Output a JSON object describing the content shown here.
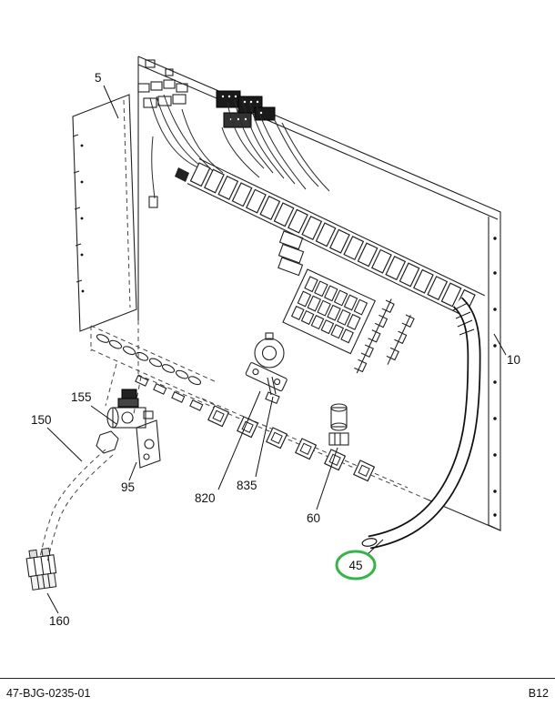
{
  "figure": {
    "description": "Exploded parts diagram of electrical panel with wiring harness, fuse block, circuit breaker, tube and hose assembly",
    "highlight_color": "#35b44a",
    "callouts": [
      {
        "label": "5",
        "highlighted": false
      },
      {
        "label": "10",
        "highlighted": false
      },
      {
        "label": "150",
        "highlighted": false
      },
      {
        "label": "155",
        "highlighted": false
      },
      {
        "label": "95",
        "highlighted": false
      },
      {
        "label": "820",
        "highlighted": false
      },
      {
        "label": "835",
        "highlighted": false
      },
      {
        "label": "60",
        "highlighted": false
      },
      {
        "label": "45",
        "highlighted": true
      },
      {
        "label": "160",
        "highlighted": false
      }
    ],
    "footer": {
      "left": "47-BJG-0235-01",
      "right": "B12"
    }
  }
}
